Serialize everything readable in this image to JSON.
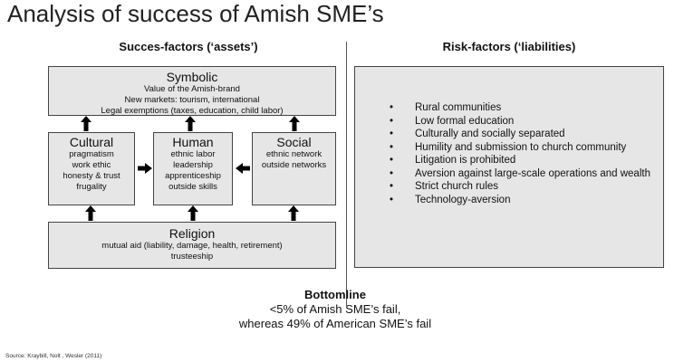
{
  "title": "Analysis of success of Amish SME’s",
  "left_header": "Succes-factors (‘assets’)",
  "right_header": "Risk-factors (‘liabilities)",
  "symbolic": {
    "title": "Symbolic",
    "lines": [
      "Value of the Amish-brand",
      "New markets: tourism, international",
      "Legal exemptions (taxes, education, child labor)"
    ]
  },
  "cultural": {
    "title": "Cultural",
    "lines": [
      "pragmatism",
      "work ethic",
      "honesty & trust",
      "frugality"
    ]
  },
  "human": {
    "title": "Human",
    "lines": [
      "ethnic labor",
      "leadership",
      "apprenticeship",
      "outside skills"
    ]
  },
  "social": {
    "title": "Social",
    "lines": [
      "ethnic network",
      "outside networks"
    ]
  },
  "religion": {
    "title": "Religion",
    "lines": [
      "mutual aid (liability, damage, health, retirement)",
      "trusteeship"
    ]
  },
  "risks": [
    "Rural communities",
    "Low formal education",
    "Culturally and socially separated",
    "Humility and submission to church community",
    "Litigation is prohibited",
    "Aversion against large-scale operations and wealth",
    "Strict church rules",
    "Technology-aversion"
  ],
  "bottomline": {
    "heading": "Bottomline",
    "line1": "<5% of Amish SME’s fail,",
    "line2": "whereas 49% of American SME’s fail"
  },
  "source": "Source: Kraybill, Nolt , Wesler (2011)"
}
